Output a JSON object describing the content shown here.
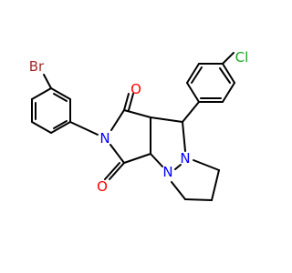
{
  "structure": {
    "atoms": {
      "br": {
        "label": "Br",
        "color": "#a52a2a"
      },
      "cl": {
        "label": "Cl",
        "color": "#1aa21a"
      },
      "o_top": {
        "label": "O",
        "color": "#ff0000"
      },
      "o_bottom": {
        "label": "O",
        "color": "#ff0000"
      },
      "n_imide": {
        "label": "N",
        "color": "#0000ff"
      },
      "n_bridge": {
        "label": "N",
        "color": "#0000ff"
      },
      "n_ring": {
        "label": "N",
        "color": "#0000ff"
      }
    },
    "bond_color": "#000000",
    "background": "#ffffff"
  }
}
